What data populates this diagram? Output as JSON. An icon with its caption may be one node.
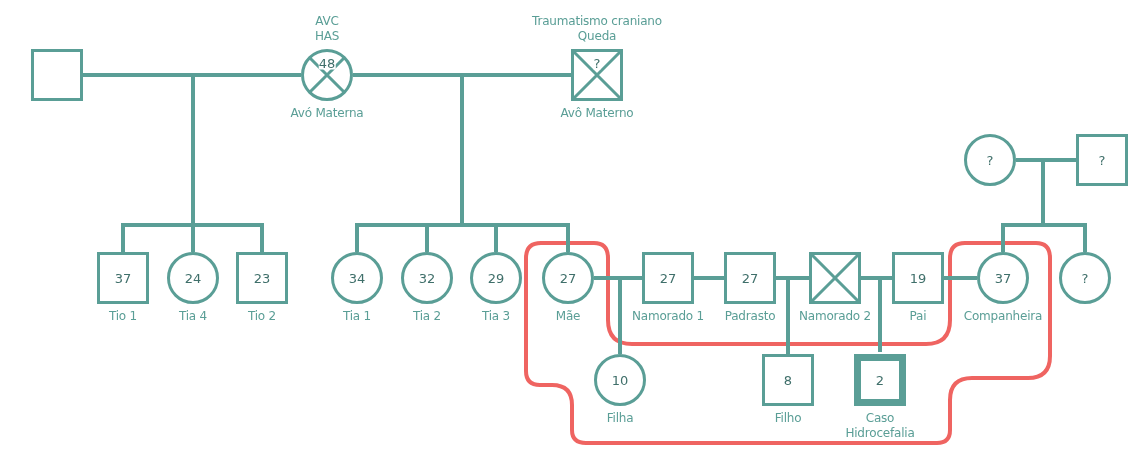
{
  "diagram": {
    "nodes": [
      {
        "text": [],
        "shape": "box"
      },
      {
        "text": [
          "48"
        ],
        "beside": [
          "AVC HAS",
          "Avó Materna"
        ]
      },
      {
        "text": [
          "?"
        ],
        "beside": [
          "Traumatismo craniano Queda",
          "Avô Materno"
        ]
      },
      {
        "text": [
          "?"
        ]
      },
      {
        "text": [
          "?"
        ]
      },
      {
        "text": [
          "37"
        ],
        "beside": [
          "Tio 1"
        ]
      },
      {
        "text": [
          "24"
        ],
        "beside": [
          "Tia 4"
        ]
      },
      {
        "text": [
          "23"
        ],
        "beside": [
          "Tio 2"
        ]
      },
      {
        "text": [
          "34"
        ],
        "beside": [
          "Tia 1"
        ]
      },
      {
        "text": [
          "32"
        ],
        "beside": [
          "Tia 2"
        ]
      },
      {
        "text": [
          "29"
        ],
        "beside": [
          "Tia 3"
        ]
      },
      {
        "text": [
          "27"
        ],
        "beside": [
          "Mãe"
        ]
      },
      {
        "text": [
          "27"
        ],
        "beside": [
          "Namorado 1"
        ]
      },
      {
        "text": [
          "27"
        ],
        "beside": [
          "Padrasto"
        ]
      },
      {
        "text": [],
        "shape": "box",
        "beside": [
          "Namorado 2"
        ]
      },
      {
        "text": [
          "19"
        ],
        "beside": [
          "Pai"
        ]
      },
      {
        "text": [
          "37"
        ],
        "beside": [
          "Companheira"
        ]
      },
      {
        "text": [
          "?"
        ]
      },
      {
        "text": [
          "10"
        ],
        "beside": [
          "Filha"
        ]
      },
      {
        "text": [
          "8"
        ],
        "beside": [
          "Filho"
        ]
      },
      {
        "text": [
          "2"
        ],
        "beside": [
          "Caso Hidrocefalia"
        ]
      }
    ],
    "edges": [
      {
        "from": 0,
        "to": 1,
        "arrow": "none"
      },
      {
        "from": 1,
        "to": 2,
        "arrow": "none"
      },
      {
        "from": 3,
        "to": 4,
        "arrow": "none"
      },
      {
        "from": 0,
        "to": 5,
        "arrow": "none"
      },
      {
        "from": 1,
        "to": 5,
        "arrow": "none"
      },
      {
        "from": 0,
        "to": 6,
        "arrow": "none"
      },
      {
        "from": 1,
        "to": 6,
        "arrow": "none"
      },
      {
        "from": 0,
        "to": 7,
        "arrow": "none"
      },
      {
        "from": 1,
        "to": 7,
        "arrow": "none"
      },
      {
        "from": 1,
        "to": 8,
        "arrow": "none"
      },
      {
        "from": 2,
        "to": 8,
        "arrow": "none"
      },
      {
        "from": 1,
        "to": 9,
        "arrow": "none"
      },
      {
        "from": 2,
        "to": 9,
        "arrow": "none"
      },
      {
        "from": 1,
        "to": 10,
        "arrow": "none"
      },
      {
        "from": 2,
        "to": 10,
        "arrow": "none"
      },
      {
        "from": 1,
        "to": 11,
        "arrow": "none"
      },
      {
        "from": 2,
        "to": 11,
        "arrow": "none"
      },
      {
        "from": 3,
        "to": 16,
        "arrow": "none"
      },
      {
        "from": 4,
        "to": 16,
        "arrow": "none"
      },
      {
        "from": 3,
        "to": 17,
        "arrow": "none"
      },
      {
        "from": 4,
        "to": 17,
        "arrow": "none"
      },
      {
        "from": 11,
        "to": 12,
        "arrow": "none"
      },
      {
        "from": 12,
        "to": 13,
        "arrow": "none"
      },
      {
        "from": 13,
        "to": 14,
        "arrow": "none"
      },
      {
        "from": 14,
        "to": 15,
        "arrow": "none"
      },
      {
        "from": 15,
        "to": 16,
        "arrow": "none"
      },
      {
        "from": 11,
        "to": 18,
        "arrow": "none"
      },
      {
        "from": 12,
        "to": 18,
        "arrow": "none"
      },
      {
        "from": 13,
        "to": 19,
        "arrow": "none"
      },
      {
        "from": 14,
        "to": 19,
        "arrow": "none"
      },
      {
        "from": 14,
        "to": 20,
        "arrow": "none"
      },
      {
        "from": 15,
        "to": 20,
        "arrow": "none"
      }
    ]
  }
}
